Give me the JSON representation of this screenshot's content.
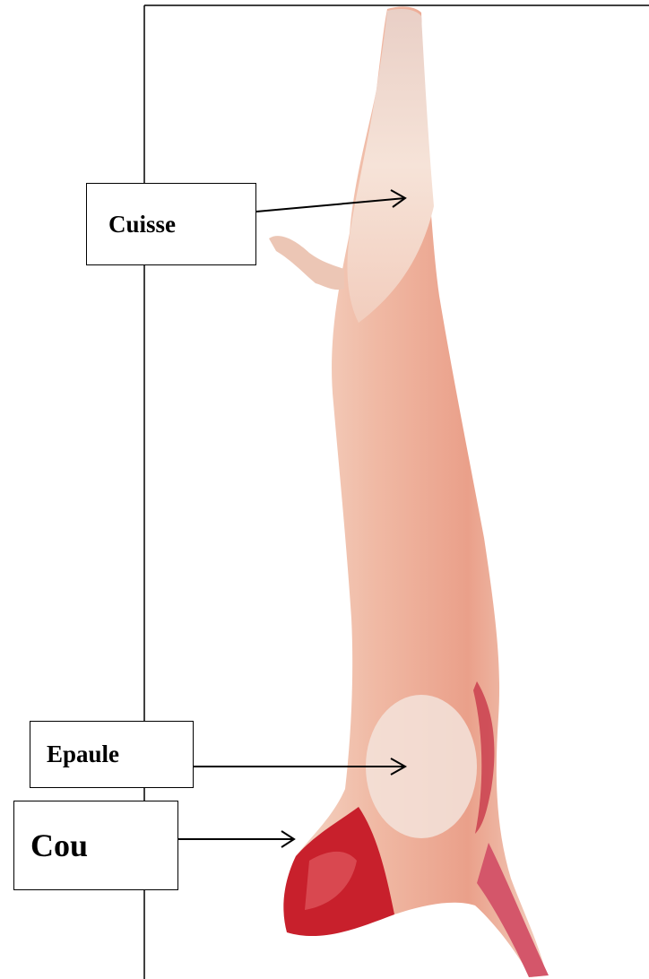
{
  "figure": {
    "subject": "carcass-photo",
    "labels": {
      "cuisse": "Cuisse",
      "epaule": "Epaule",
      "cou": "Cou"
    },
    "colors": {
      "frame": "#000000",
      "flesh_light": "#f6e2d6",
      "flesh_pink": "#eeaa96",
      "flesh_red": "#e07a68",
      "neck_red": "#c0202a"
    }
  }
}
